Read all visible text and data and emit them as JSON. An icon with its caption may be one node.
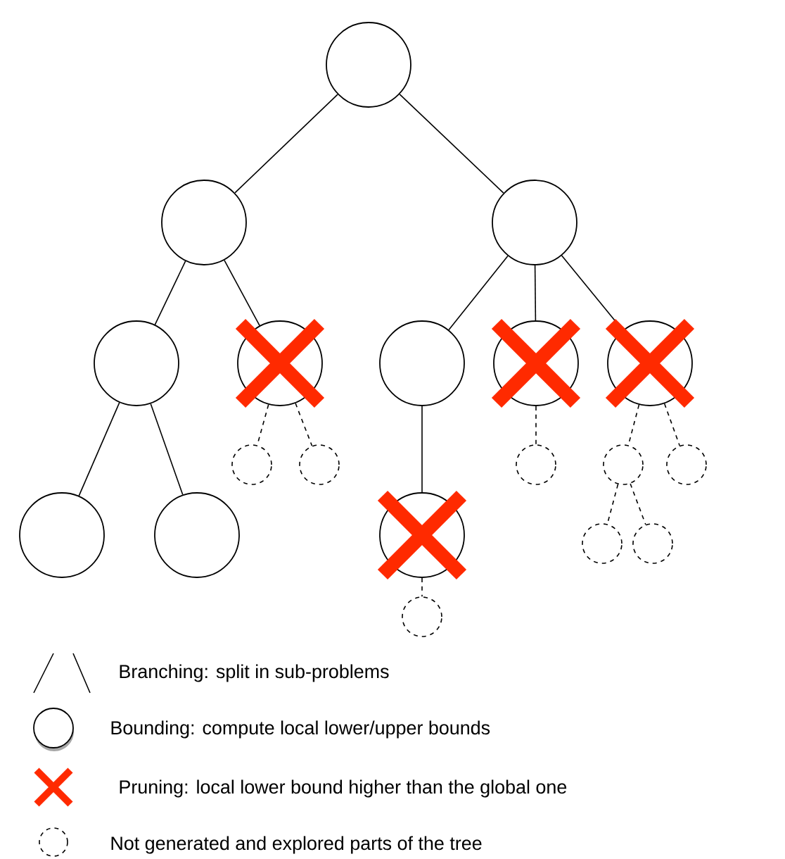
{
  "diagram": {
    "nodes": [
      {
        "text": [],
        "shape": "circle"
      },
      {
        "text": [],
        "shape": "circle"
      },
      {
        "text": [],
        "shape": "circle"
      },
      {
        "text": [],
        "shape": "circle"
      },
      {
        "text": [],
        "shape": "circle"
      },
      {
        "text": [],
        "shape": "circle"
      },
      {
        "text": [],
        "shape": "circle"
      },
      {
        "text": [],
        "shape": "circle"
      },
      {
        "text": [],
        "shape": "circle"
      },
      {
        "text": [],
        "shape": "circle"
      },
      {
        "text": [],
        "shape": "circle"
      },
      {
        "text": [],
        "shape": "circle"
      },
      {
        "text": [],
        "shape": "circle"
      },
      {
        "text": [],
        "shape": "circle"
      },
      {
        "text": [],
        "shape": "circle"
      },
      {
        "text": [],
        "shape": "circle"
      },
      {
        "text": [],
        "shape": "circle"
      },
      {
        "text": [],
        "shape": "circle"
      },
      {
        "text": [],
        "shape": "circle"
      }
    ],
    "edges": [
      {
        "from": 0,
        "to": 1,
        "arrow": "none"
      },
      {
        "from": 0,
        "to": 2,
        "arrow": "none"
      },
      {
        "from": 1,
        "to": 3,
        "arrow": "none"
      },
      {
        "from": 1,
        "to": 4,
        "arrow": "none"
      },
      {
        "from": 2,
        "to": 5,
        "arrow": "none"
      },
      {
        "from": 2,
        "to": 6,
        "arrow": "none"
      },
      {
        "from": 2,
        "to": 7,
        "arrow": "none"
      },
      {
        "from": 3,
        "to": 13,
        "arrow": "none"
      },
      {
        "from": 3,
        "to": 14,
        "arrow": "none"
      },
      {
        "from": 5,
        "to": 15,
        "arrow": "none"
      },
      {
        "from": 4,
        "to": 8,
        "arrow": "none",
        "style": "dashed"
      },
      {
        "from": 4,
        "to": 9,
        "arrow": "none",
        "style": "dashed"
      },
      {
        "from": 6,
        "to": 10,
        "arrow": "none",
        "style": "dashed"
      },
      {
        "from": 7,
        "to": 11,
        "arrow": "none",
        "style": "dashed"
      },
      {
        "from": 7,
        "to": 12,
        "arrow": "none",
        "style": "dashed"
      },
      {
        "from": 11,
        "to": 16,
        "arrow": "none",
        "style": "dashed"
      },
      {
        "from": 11,
        "to": 17,
        "arrow": "none",
        "style": "dashed"
      },
      {
        "from": 15,
        "to": 18,
        "arrow": "none",
        "style": "dashed"
      }
    ],
    "legend": [
      {
        "text": "Branching: split in sub-problems"
      },
      {
        "text": "Bounding: compute local lower/upper bounds"
      },
      {
        "text": "Pruning: local lower bound higher than the global one"
      },
      {
        "text": "Not generated and explored parts of the tree"
      }
    ]
  }
}
